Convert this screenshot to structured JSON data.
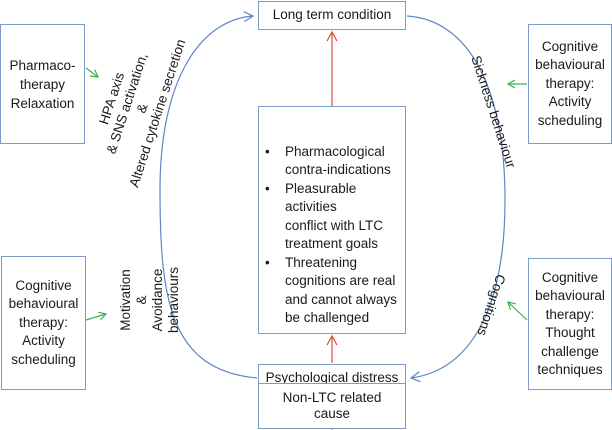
{
  "nodes": {
    "long_term_condition": "Long term condition",
    "psychological_distress": "Psychological distress",
    "non_ltc_cause": [
      "Non-LTC related",
      "cause"
    ],
    "barriers": [
      [
        "Pharmacological",
        "contra-indications"
      ],
      [
        "Pleasurable activities",
        "conflict with LTC",
        "treatment goals"
      ],
      [
        "Threatening",
        "cognitions are real",
        "and cannot always",
        "be challenged"
      ]
    ]
  },
  "interventions": {
    "pharmacotherapy": [
      "Pharmaco-",
      "therapy",
      "Relaxation"
    ],
    "cbt_activity_left": [
      "Cognitive",
      "behavioural",
      "therapy:",
      "Activity",
      "scheduling"
    ],
    "cbt_activity_right": [
      "Cognitive",
      "behavioural",
      "therapy:",
      "Activity",
      "scheduling"
    ],
    "cbt_thought": [
      "Cognitive",
      "behavioural",
      "therapy:",
      "Thought",
      "challenge",
      "techniques"
    ]
  },
  "pathway_labels": {
    "physiological": [
      "HPA axis",
      "& SNS activation,",
      "&",
      "Altered cytokine secretion"
    ],
    "behavioural": [
      "Motivation",
      "&",
      "Avoidance",
      "behaviours"
    ],
    "sickness": [
      "Sickness behaviour"
    ],
    "cognitions": [
      "Cognitions"
    ]
  },
  "colors": {
    "box_border": "#7a9cc6",
    "cycle_arrow": "#5b86c4",
    "barrier_arrow": "#e0463c",
    "intervention_arrow": "#3cb34a"
  }
}
